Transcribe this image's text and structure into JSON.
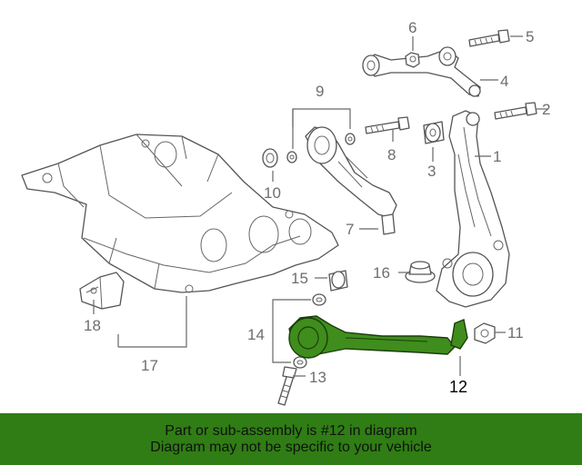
{
  "diagram": {
    "callouts": {
      "c1": "1",
      "c2": "2",
      "c3": "3",
      "c4": "4",
      "c5": "5",
      "c6": "6",
      "c7": "7",
      "c8": "8",
      "c9": "9",
      "c10": "10",
      "c11": "11",
      "c12": "12",
      "c13": "13",
      "c14": "14",
      "c15": "15",
      "c16": "16",
      "c17": "17",
      "c18": "18"
    },
    "highlight_part": "12",
    "colors": {
      "highlight_fill": "#3f8d1c",
      "banner_bg": "#2f7d14",
      "line_art": "#555555",
      "callout_text": "#6e6e6e"
    }
  },
  "banner": {
    "line1": "Part or sub-assembly is #12 in diagram",
    "line2": "Diagram may not be specific to your vehicle"
  }
}
